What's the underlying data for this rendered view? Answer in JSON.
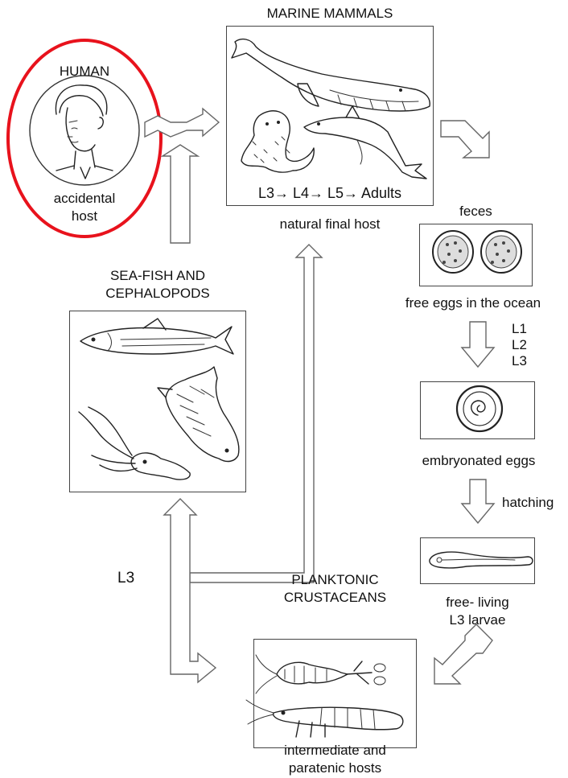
{
  "nodes": {
    "human": {
      "title": "HUMAN",
      "caption_line1": "accidental",
      "caption_line2": "host",
      "icon": "human-face-icon",
      "highlight_color": "#e8121c"
    },
    "marine_mammals": {
      "title": "MARINE MAMMALS",
      "stages": "L3→ L4→ L5→ Adults",
      "caption": "natural final host",
      "icons": [
        "whale-icon",
        "seal-icon",
        "dolphin-icon"
      ]
    },
    "feces": {
      "title": "feces",
      "caption": "free eggs in the ocean",
      "icon": "egg-icon"
    },
    "embryonated": {
      "caption": "embryonated eggs",
      "icon": "embryonated-egg-icon"
    },
    "larvae": {
      "caption_line1": "free- living",
      "caption_line2": "L3 larvae",
      "icon": "larva-icon"
    },
    "crustaceans": {
      "title_line1": "PLANKTONIC",
      "title_line2": "CRUSTACEANS",
      "caption_line1": "intermediate and",
      "caption_line2": "paratenic hosts",
      "icons": [
        "copepod-icon",
        "shrimp-icon"
      ]
    },
    "fish": {
      "title_line1": "SEA-FISH AND",
      "title_line2": "CEPHALOPODS",
      "icons": [
        "herring-icon",
        "salmon-icon",
        "squid-icon"
      ]
    }
  },
  "arrow_labels": {
    "larval_stages": [
      "L1",
      "L2",
      "L3"
    ],
    "hatching": "hatching",
    "transfer": "L3"
  }
}
